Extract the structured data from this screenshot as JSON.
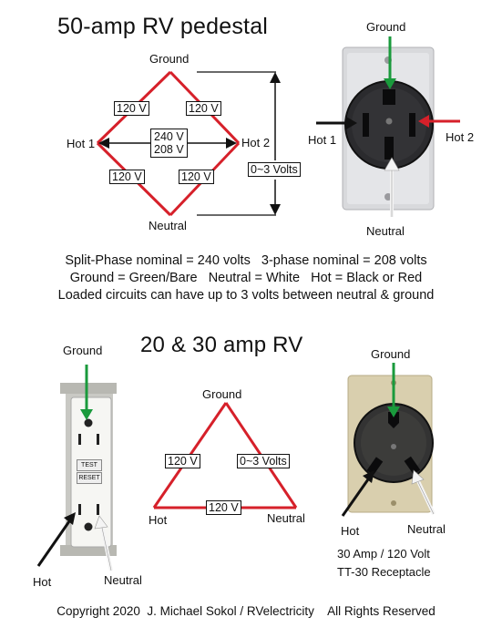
{
  "top": {
    "title": "50-amp RV pedestal",
    "diagram": {
      "ground": "Ground",
      "neutral": "Neutral",
      "hot1": "Hot 1",
      "hot2": "Hot 2",
      "v_top_left": "120 V",
      "v_top_right": "120 V",
      "v_bottom_left": "120 V",
      "v_bottom_right": "120 V",
      "v_center_1": "240 V",
      "v_center_2": "208 V",
      "v_neutral_ground": "0~3 Volts"
    },
    "receptacle": {
      "ground": "Ground",
      "hot1": "Hot 1",
      "hot2": "Hot 2",
      "neutral": "Neutral"
    },
    "notes": [
      "Split-Phase nominal = 240 volts   3-phase nominal = 208 volts",
      "Ground = Green/Bare   Neutral = White   Hot = Black or Red",
      "Loaded circuits can have up to 3 volts between neutral & ground"
    ]
  },
  "bottom": {
    "title": "20 & 30 amp RV",
    "outlet20": {
      "ground": "Ground",
      "hot": "Hot",
      "neutral": "Neutral",
      "test": "TEST",
      "reset": "RESET"
    },
    "triangle": {
      "ground": "Ground",
      "hot": "Hot",
      "neutral": "Neutral",
      "v_left": "120 V",
      "v_right": "0~3 Volts",
      "v_bottom": "120 V"
    },
    "tt30": {
      "ground": "Ground",
      "hot": "Hot",
      "neutral": "Neutral",
      "caption1": "30 Amp / 120 Volt",
      "caption2": "TT-30 Receptacle"
    }
  },
  "copyright": "Copyright 2020  J. Michael Sokol / RVelectricity    All Rights Reserved",
  "colors": {
    "red": "#d6202a",
    "green": "#1a9a3c",
    "black": "#111111",
    "white_arrow": "#f4f4f4",
    "plate": "#dcdcde",
    "receptacle_black": "#2b2b2e",
    "tan_plate": "#d9cfae"
  }
}
